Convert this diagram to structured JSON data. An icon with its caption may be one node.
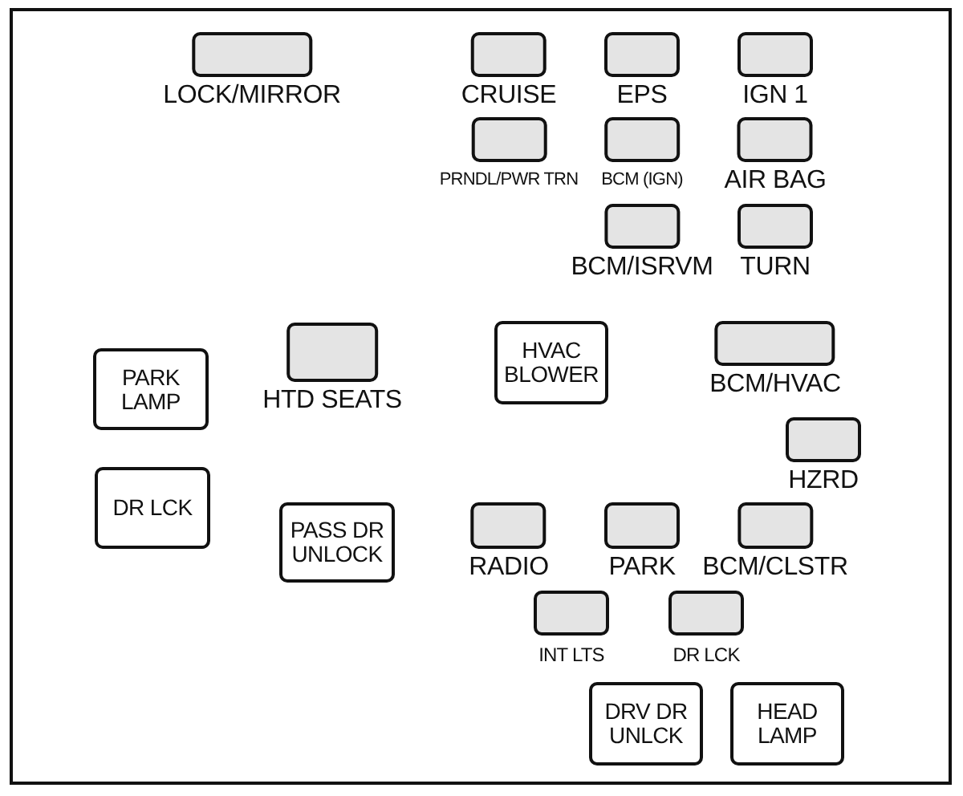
{
  "diagram": {
    "nodes": [
      {
        "text": [
          "LOCK/MIRROR"
        ]
      },
      {
        "text": [
          "CRUISE"
        ]
      },
      {
        "text": [
          "EPS"
        ]
      },
      {
        "text": [
          "IGN 1"
        ]
      },
      {
        "text": [
          "PRNDL/PWR TRN"
        ]
      },
      {
        "text": [
          "BCM (IGN)"
        ]
      },
      {
        "text": [
          "AIR BAG"
        ]
      },
      {
        "text": [
          "BCM/ISRVM"
        ]
      },
      {
        "text": [
          "TURN"
        ]
      },
      {
        "text": [
          "HVAC BLOWER"
        ]
      },
      {
        "text": [
          "BCM/HVAC"
        ]
      },
      {
        "text": [
          "PARK LAMP"
        ]
      },
      {
        "text": [
          "HTD SEATS"
        ]
      },
      {
        "text": [
          "HZRD"
        ]
      },
      {
        "text": [
          "DR LCK"
        ]
      },
      {
        "text": [
          "PASS DR UNLOCK"
        ]
      },
      {
        "text": [
          "RADIO"
        ]
      },
      {
        "text": [
          "PARK"
        ]
      },
      {
        "text": [
          "BCM/CLSTR"
        ]
      },
      {
        "text": [
          "INT LTS"
        ]
      },
      {
        "text": [
          "DR LCK"
        ]
      },
      {
        "text": [
          "DRV DR UNLCK"
        ]
      },
      {
        "text": [
          "HEAD LAMP"
        ]
      }
    ]
  }
}
